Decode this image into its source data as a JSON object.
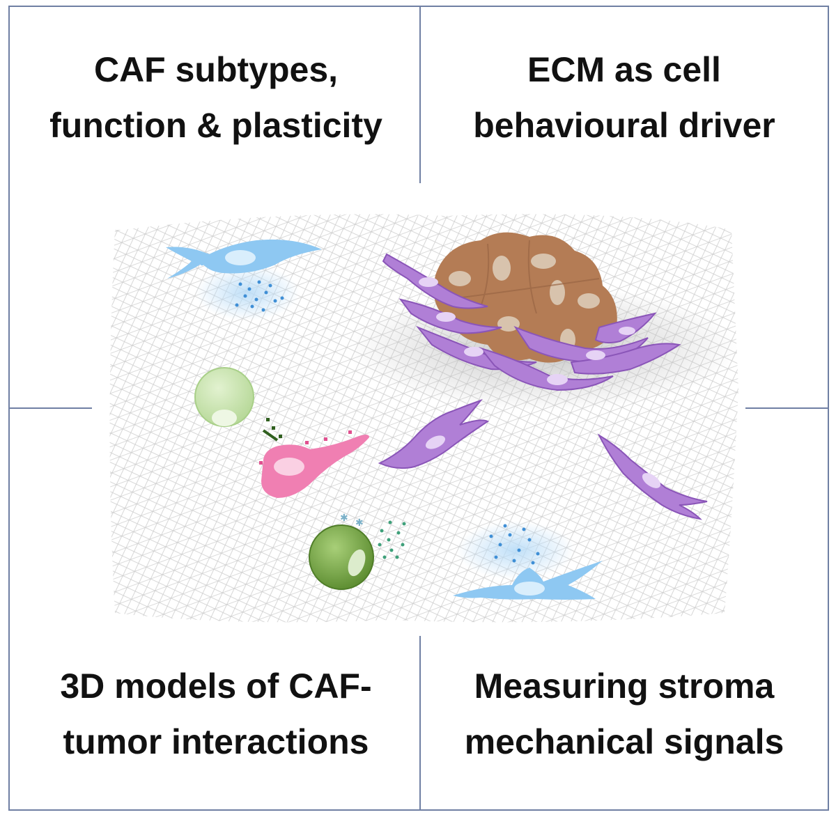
{
  "quadrants": {
    "top_left": {
      "line1": "CAF subtypes,",
      "line2": "function & plasticity"
    },
    "top_right": {
      "line1": "ECM as cell",
      "line2": "behavioural driver"
    },
    "bottom_left": {
      "line1": "3D models of CAF-",
      "line2": "tumor interactions"
    },
    "bottom_right": {
      "line1": "Measuring stroma",
      "line2": "mechanical signals"
    }
  },
  "colors": {
    "frame": "#6f7fa3",
    "fibroblast_blue": "#8ec8f2",
    "caf_purple": "#b07fd6",
    "tumor_brown": "#b47c55",
    "immune_green_light": "#c4e0a8",
    "immune_green_dark": "#7aa84a",
    "macrophage_pink": "#f07fb2",
    "matrix_gray": "#cfcfcf"
  },
  "icons": {
    "blue_fibroblast": "quiescent-fibroblast-icon",
    "purple_caf": "cancer-associated-fibroblast-icon",
    "tumor": "tumor-cell-cluster-icon",
    "green_cell": "immune-cell-icon",
    "pink_cell": "macrophage-icon"
  }
}
